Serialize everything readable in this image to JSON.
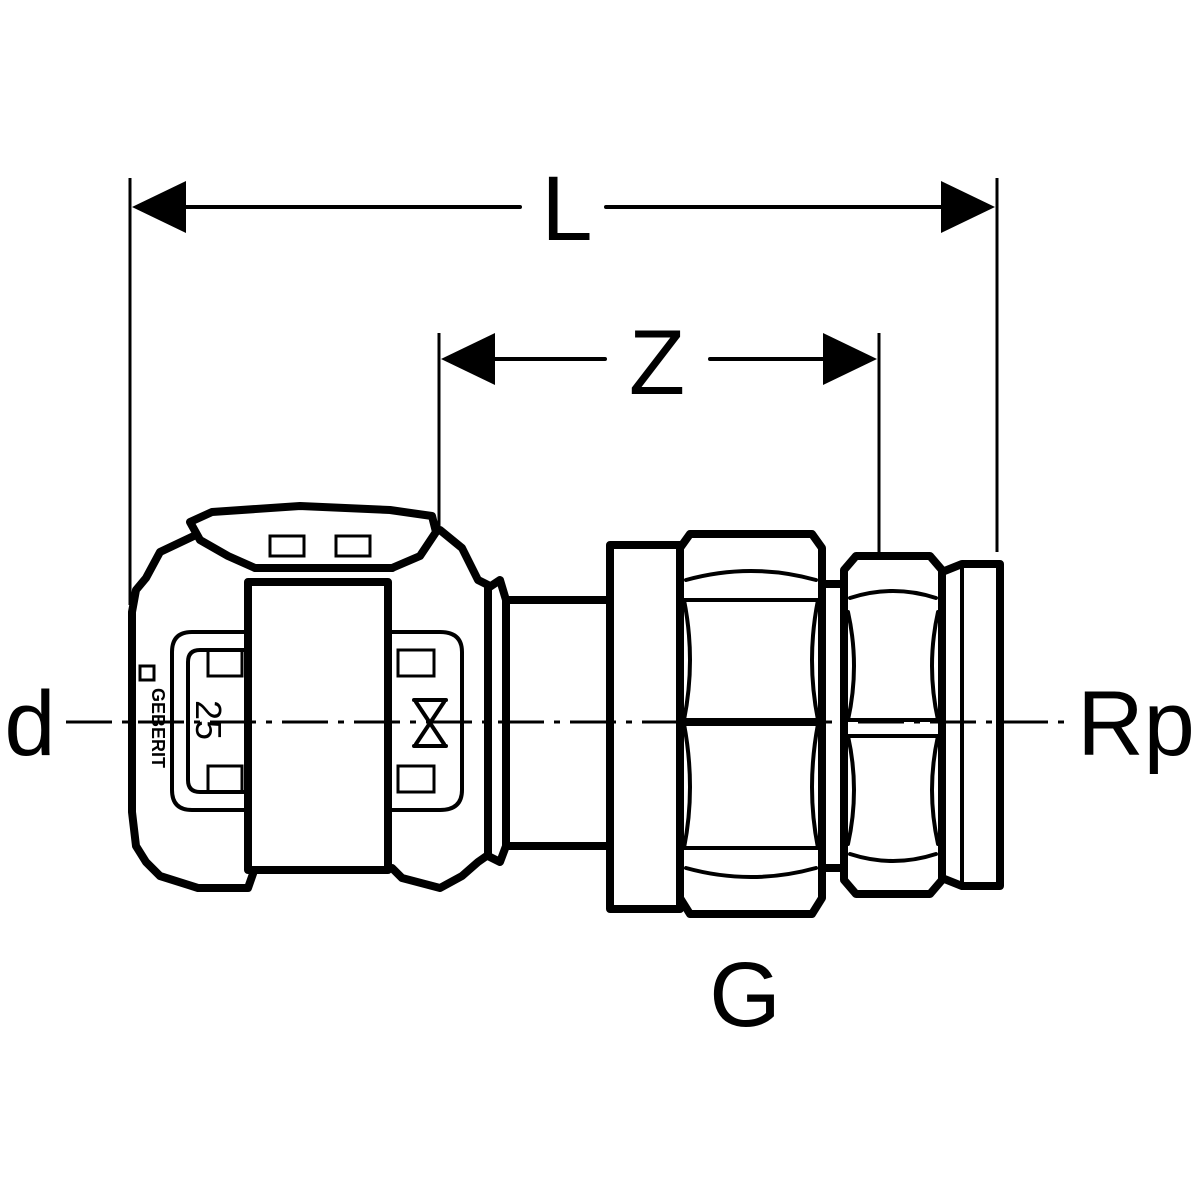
{
  "labels": {
    "length": "L",
    "z_dimension": "Z",
    "pipe_diameter": "d",
    "thread_rp": "Rp",
    "thread_g": "G"
  },
  "fitting_marks": {
    "brand": "GEBERIT",
    "size": "25"
  }
}
